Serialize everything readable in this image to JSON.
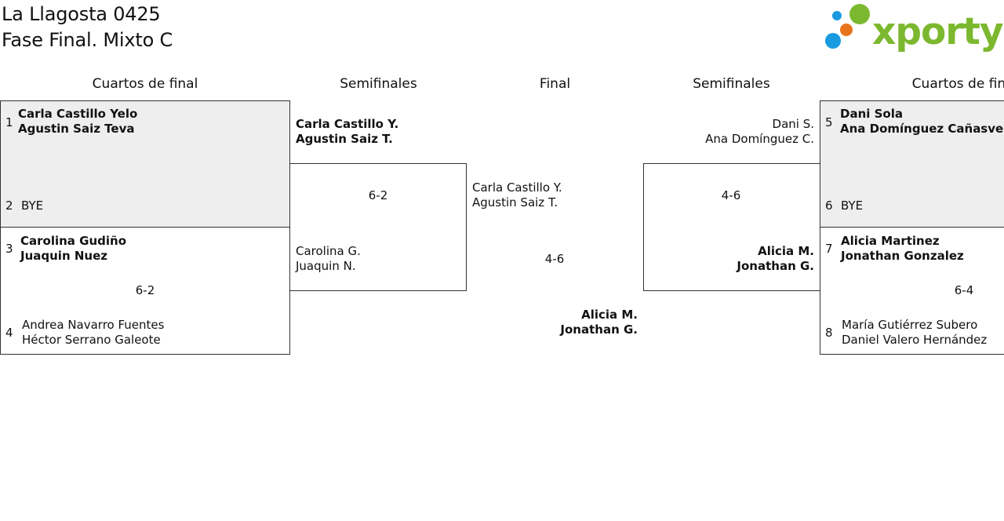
{
  "header": {
    "title_line1": "La Llagosta 0425",
    "title_line2": "Fase Final. Mixto C"
  },
  "logo": {
    "text": "xporty",
    "colors": {
      "green": "#7cb82f",
      "blue": "#1a9be0",
      "orange": "#e8731c"
    }
  },
  "rounds": {
    "quarter_left": "Cuartos de final",
    "semi_left": "Semifinales",
    "final": "Final",
    "semi_right": "Semifinales",
    "quarter_right": "Cuartos de final"
  },
  "quarters_left": {
    "m1": {
      "top": {
        "seed": "1",
        "p1": "Carla Castillo Yelo",
        "p2": "Agustin Saiz Teva"
      },
      "bottom": {
        "seed": "2",
        "p1": "BYE"
      }
    },
    "m2": {
      "top": {
        "seed": "3",
        "p1": "Carolina Gudiño",
        "p2": "Juaquin Nuez"
      },
      "score": "6-2",
      "bottom": {
        "seed": "4",
        "p1": "Andrea Navarro Fuentes",
        "p2": "Héctor Serrano Galeote"
      }
    }
  },
  "semi_left": {
    "top": {
      "p1": "Carla Castillo Y.",
      "p2": "Agustin Saiz T."
    },
    "score": "6-2",
    "bottom": {
      "p1": "Carolina G.",
      "p2": "Juaquin N."
    }
  },
  "final": {
    "top": {
      "p1": "Carla Castillo Y.",
      "p2": "Agustin Saiz T."
    },
    "score": "4-6",
    "bottom": {
      "p1": "Alicia M.",
      "p2": "Jonathan G."
    }
  },
  "semi_right": {
    "top": {
      "p1": "Dani S.",
      "p2": "Ana Domínguez C."
    },
    "score": "4-6",
    "bottom": {
      "p1": "Alicia M.",
      "p2": "Jonathan G."
    }
  },
  "quarters_right": {
    "m1": {
      "top": {
        "seed": "5",
        "p1": "Dani Sola",
        "p2": "Ana Domínguez Cañasveras"
      },
      "bottom": {
        "seed": "6",
        "p1": "BYE"
      }
    },
    "m2": {
      "top": {
        "seed": "7",
        "p1": "Alicia Martinez",
        "p2": "Jonathan Gonzalez"
      },
      "score": "6-4",
      "bottom": {
        "seed": "8",
        "p1": "María Gutiérrez Subero",
        "p2": "Daniel Valero Hernández"
      }
    }
  }
}
